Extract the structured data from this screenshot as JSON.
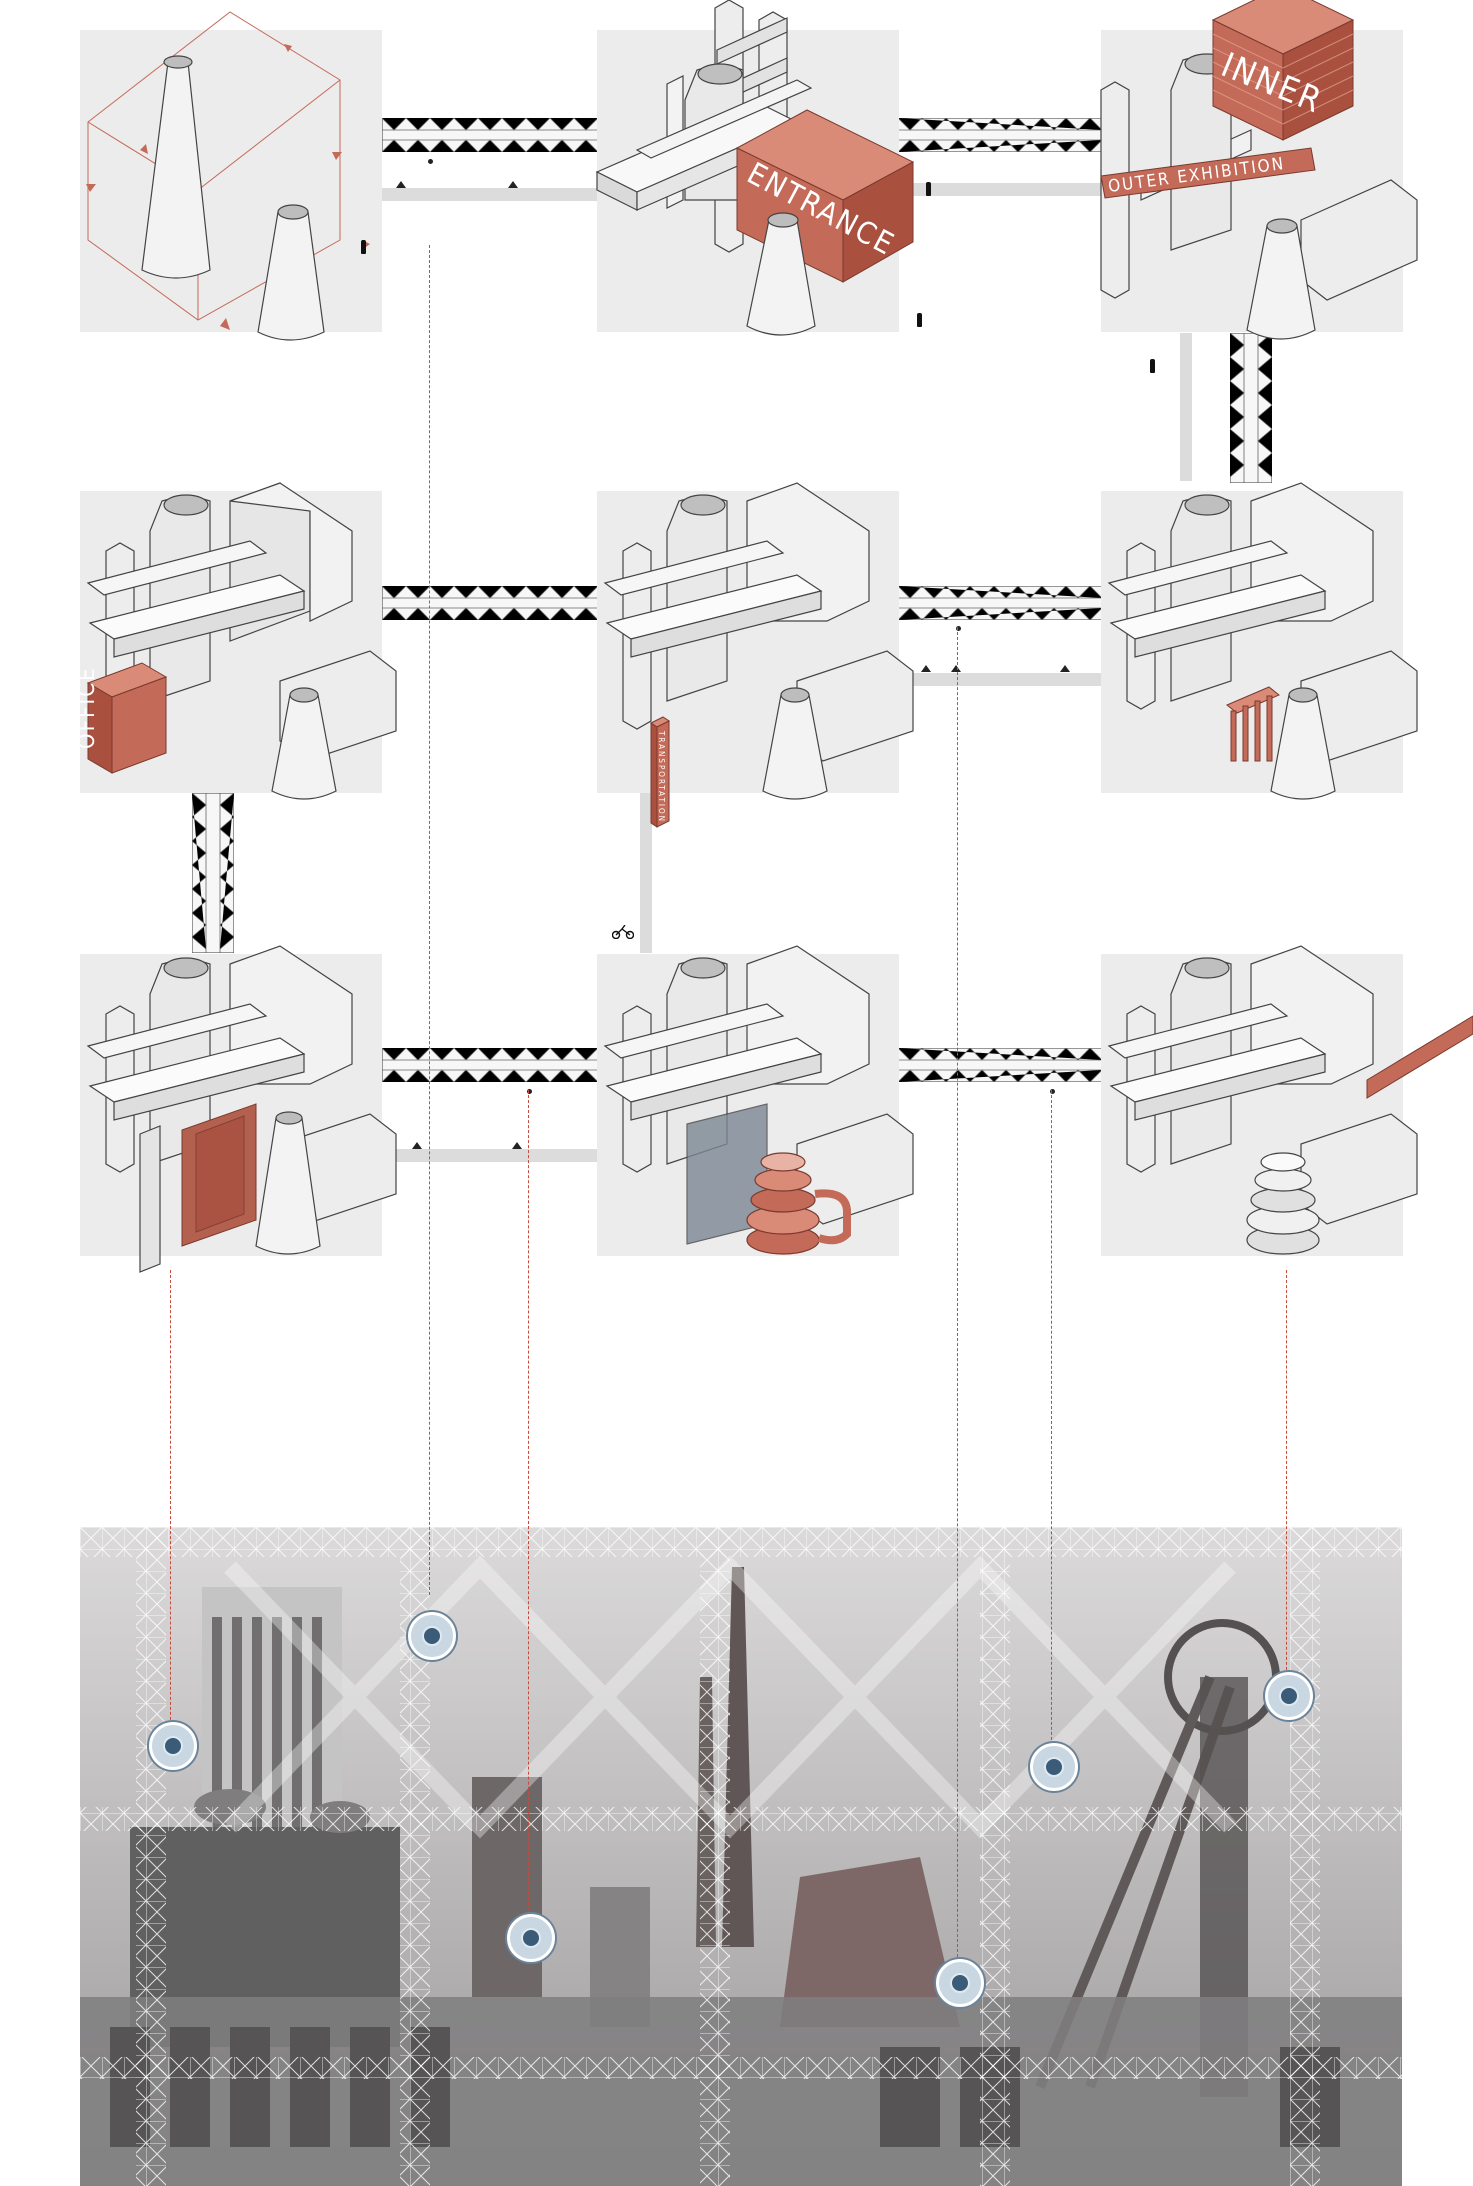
{
  "labels": {
    "entrance": "ENTRANCE",
    "inner": "INNER",
    "outer_exhibition": "OUTER EXHIBITION",
    "office": "OFFICE",
    "transportation": "TRANSPORTATION"
  },
  "colors": {
    "accent": "#c46a58",
    "accent_dark": "#9d4a3b",
    "volume_light": "#f2f2f2",
    "volume_shade": "#cfcfcf",
    "tile_bg": "#ececec",
    "leader_line": "#c64b3a",
    "marker_fill": "#3b5c78"
  },
  "icons": {
    "marker": "circular-location-marker-icon",
    "person": "person-figure-icon",
    "bicycle": "cyclist-icon"
  }
}
